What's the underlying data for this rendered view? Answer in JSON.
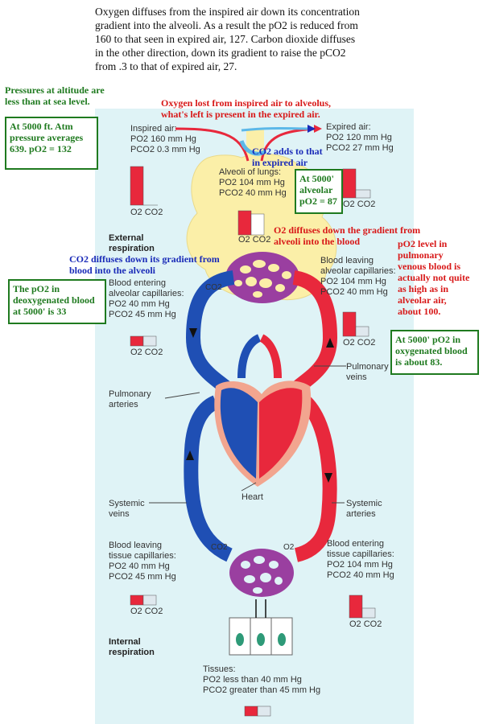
{
  "intro": {
    "line1": "Oxygen diffuses from the inspired air down its concentration",
    "line2": "gradient into the alveoli.  As a result the pO2 is reduced from",
    "line3": "160 to that seen in expired air, 127.  Carbon dioxide diffuses",
    "line4": "in the other direction, down its gradient to raise the pCO2",
    "line5": "from .3 to that of expired air, 27."
  },
  "notes": {
    "altitude_line1": "Pressures at altitude are",
    "altitude_line2": "less than at sea level.",
    "atm_line1": "At 5000 ft.  Atm",
    "atm_line2": "pressure averages",
    "atm_line3": "639.    pO2 = 132",
    "oxygen_lost_line1": "Oxygen lost from inspired air to alveolus,",
    "oxygen_lost_line2": "what's left is present in the expired air.",
    "co2_adds_line1": "CO2 adds to that",
    "co2_adds_line2": "in expired air",
    "alveolar_line1": "At 5000'",
    "alveolar_line2": "alveolar",
    "alveolar_line3": "pO2 = 87",
    "o2_diffuses_line1": "O2 diffuses down the gradient from",
    "o2_diffuses_line2": "alveoli into the blood",
    "co2_diffuses_line1": "CO2 diffuses down its gradient from",
    "co2_diffuses_line2": "blood into the alveoli",
    "pulm_line1": "pO2 level in",
    "pulm_line2": "pulmonary",
    "pulm_line3": "venous blood is",
    "pulm_line4": "actually not quite",
    "pulm_line5": "as high as in",
    "pulm_line6": "alveolar air,",
    "pulm_line7": "about 100.",
    "deoxy_line1": "The pO2 in",
    "deoxy_line2": "deoxygenated blood",
    "deoxy_line3": "at 5000' is 33",
    "oxy_line1": "At 5000' pO2 in",
    "oxy_line2": "oxygenated blood",
    "oxy_line3": "is about 83."
  },
  "diagram": {
    "inspired_title": "Inspired air:",
    "inspired_po2": "PO2   160 mm Hg",
    "inspired_pco2": "PCO2   0.3 mm Hg",
    "expired_title": "Expired air:",
    "expired_po2": "PO2   120 mm Hg",
    "expired_pco2": "PCO2    27 mm Hg",
    "alveoli_title": "Alveoli of lungs:",
    "alveoli_po2": "PO2   104 mm Hg",
    "alveoli_pco2": "PCO2   40 mm Hg",
    "external_line1": "External",
    "external_line2": "respiration",
    "entering_alv_line1": "Blood entering",
    "entering_alv_line2": "alveolar capillaries:",
    "entering_alv_po2": "PO2      40 mm Hg",
    "entering_alv_pco2": "PCO2    45 mm Hg",
    "leaving_alv_line1": "Blood leaving",
    "leaving_alv_line2": "alveolar capillaries:",
    "leaving_alv_po2": "PO2    104 mm Hg",
    "leaving_alv_pco2": "PCO2    40 mm Hg",
    "pulmonary_veins_line1": "Pulmonary",
    "pulmonary_veins_line2": "veins",
    "pulmonary_arteries_line1": "Pulmonary",
    "pulmonary_arteries_line2": "arteries",
    "heart": "Heart",
    "systemic_veins_line1": "Systemic",
    "systemic_veins_line2": "veins",
    "systemic_arteries_line1": "Systemic",
    "systemic_arteries_line2": "arteries",
    "leaving_tis_line1": "Blood leaving",
    "leaving_tis_line2": "tissue capillaries:",
    "leaving_tis_po2": "PO2      40 mm Hg",
    "leaving_tis_pco2": "PCO2    45 mm Hg",
    "entering_tis_line1": "Blood entering",
    "entering_tis_line2": "tissue capillaries:",
    "entering_tis_po2": "PO2    104 mm Hg",
    "entering_tis_pco2": "PCO2    40 mm Hg",
    "internal_line1": "Internal",
    "internal_line2": "respiration",
    "tissues_title": "Tissues:",
    "tissues_po2": "PO2  less than 40 mm Hg",
    "tissues_pco2": "PCO2  greater than 45 mm Hg",
    "bar_label": "O2 CO2",
    "vessel_co2": "CO2",
    "vessel_o2": "O2"
  },
  "colors": {
    "oxygenated": "#e8283c",
    "deoxygenated": "#1f4fb4",
    "capillary": "#9a3fa0",
    "lung": "#fbefa8",
    "panel": "#dff3f6",
    "note_green": "#1f7a1f",
    "note_red": "#d81818",
    "note_blue": "#1a2bb8"
  }
}
